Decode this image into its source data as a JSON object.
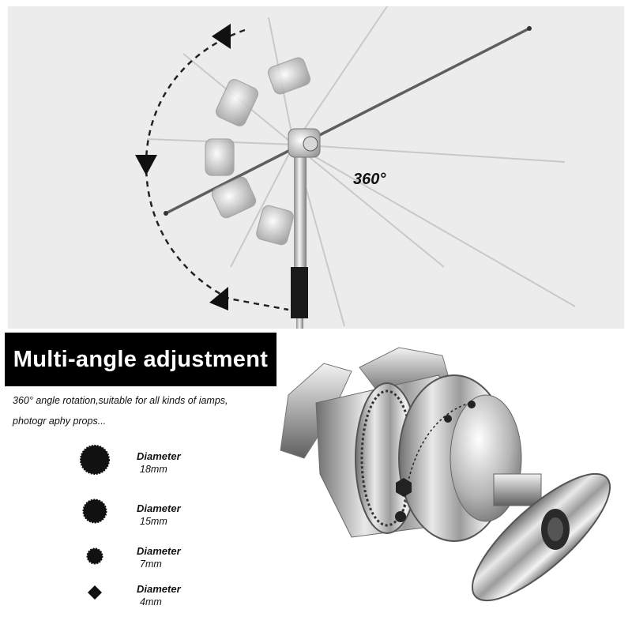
{
  "top": {
    "angle_label": "360°"
  },
  "banner": {
    "title": "Multi-angle adjustment"
  },
  "description": {
    "line1": "360° angle rotation,suitable for all kinds of iamps,",
    "line2": "photogr aphy props..."
  },
  "diameters": [
    {
      "label": "Diameter",
      "value": "18mm"
    },
    {
      "label": "Diameter",
      "value": "15mm"
    },
    {
      "label": "Diameter",
      "value": "7mm"
    },
    {
      "label": "Diameter",
      "value": "4mm"
    }
  ],
  "colors": {
    "panel": "#ececec",
    "banner": "#000000",
    "text": "#111111",
    "metal": "#c8c8c8"
  }
}
